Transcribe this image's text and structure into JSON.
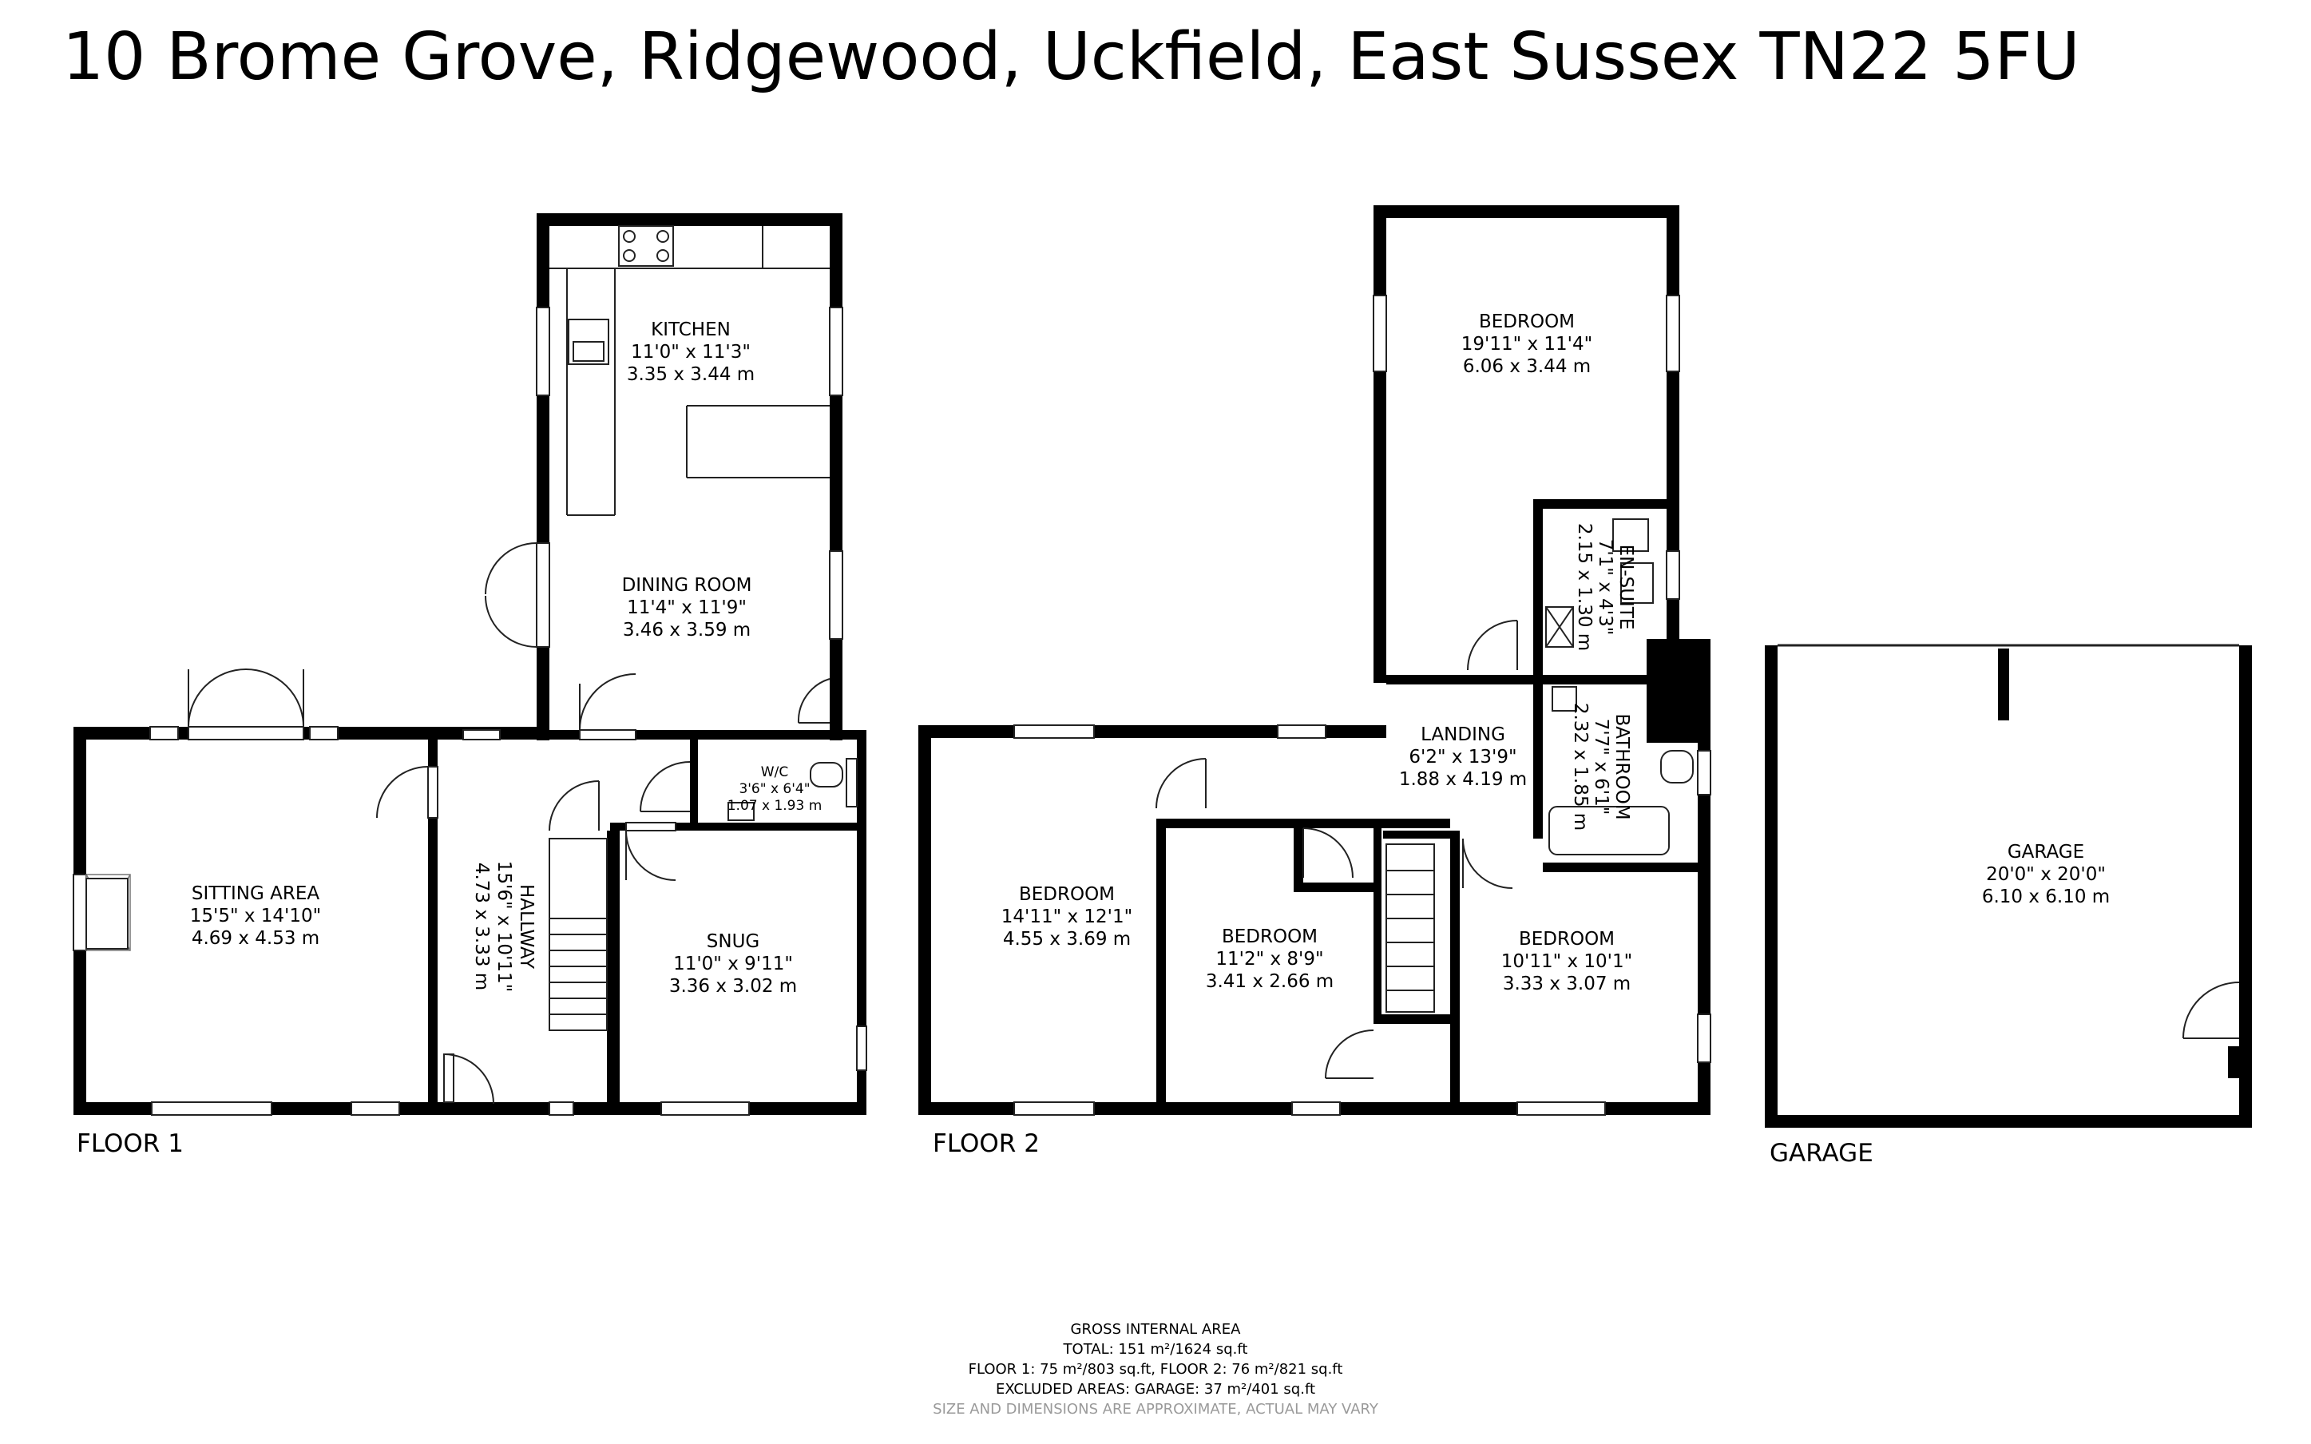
{
  "title": "10 Brome Grove, Ridgewood, Uckfield, East Sussex TN22 5FU",
  "floors": {
    "floor1": "FLOOR 1",
    "floor2": "FLOOR 2",
    "garage": "GARAGE"
  },
  "rooms": [
    {
      "id": "kitchen",
      "name": "KITCHEN",
      "imperial": "11'0\" x 11'3\"",
      "metric": "3.35 x 3.44 m"
    },
    {
      "id": "dining-room",
      "name": "DINING ROOM",
      "imperial": "11'4\" x 11'9\"",
      "metric": "3.46 x 3.59 m"
    },
    {
      "id": "sitting-area",
      "name": "SITTING AREA",
      "imperial": "15'5\" x 14'10\"",
      "metric": "4.69 x 4.53 m"
    },
    {
      "id": "hallway",
      "name": "HALLWAY",
      "imperial": "15'6\" x 10'11\"",
      "metric": "4.73 x 3.33 m"
    },
    {
      "id": "wc",
      "name": "W/C",
      "imperial": "3'6\" x 6'4\"",
      "metric": "1.07 x 1.93 m"
    },
    {
      "id": "snug",
      "name": "SNUG",
      "imperial": "11'0\" x 9'11\"",
      "metric": "3.36 x 3.02 m"
    },
    {
      "id": "bedroom-master",
      "name": "BEDROOM",
      "imperial": "19'11\" x 11'4\"",
      "metric": "6.06 x 3.44 m"
    },
    {
      "id": "en-suite",
      "name": "EN-SUITE",
      "imperial": "7'1\" x 4'3\"",
      "metric": "2.15 x 1.30 m"
    },
    {
      "id": "landing",
      "name": "LANDING",
      "imperial": "6'2\" x 13'9\"",
      "metric": "1.88 x 4.19 m"
    },
    {
      "id": "bathroom",
      "name": "BATHROOM",
      "imperial": "7'7\" x 6'1\"",
      "metric": "2.32 x 1.85 m"
    },
    {
      "id": "bedroom-left",
      "name": "BEDROOM",
      "imperial": "14'11\" x 12'1\"",
      "metric": "4.55 x 3.69 m"
    },
    {
      "id": "bedroom-middle",
      "name": "BEDROOM",
      "imperial": "11'2\" x 8'9\"",
      "metric": "3.41 x 2.66 m"
    },
    {
      "id": "bedroom-right",
      "name": "BEDROOM",
      "imperial": "10'11\" x 10'1\"",
      "metric": "3.33 x 3.07 m"
    },
    {
      "id": "garage",
      "name": "GARAGE",
      "imperial": "20'0\" x 20'0\"",
      "metric": "6.10 x 6.10 m"
    }
  ],
  "footer": {
    "heading": "GROSS INTERNAL AREA",
    "total": "TOTAL: 151 m²/1624 sq.ft",
    "floors": "FLOOR 1: 75 m²/803 sq.ft, FLOOR 2: 76 m²/821 sq.ft",
    "excluded": "EXCLUDED AREAS: GARAGE: 37 m²/401 sq.ft",
    "disclaimer": "SIZE AND DIMENSIONS ARE APPROXIMATE, ACTUAL MAY VARY"
  }
}
